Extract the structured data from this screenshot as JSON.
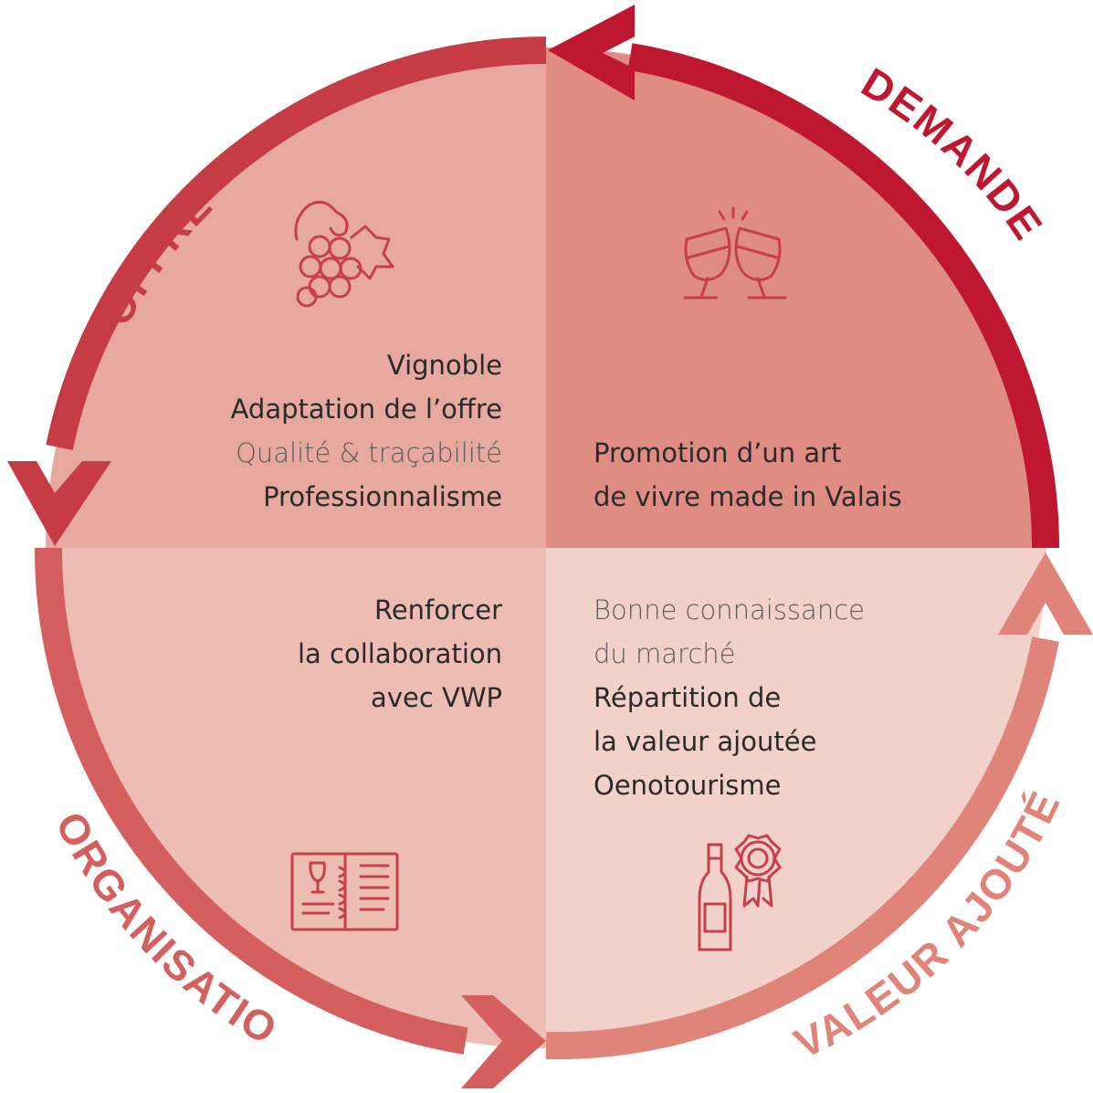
{
  "colors": {
    "quadrant_offre": "#e7a89f",
    "quadrant_demande": "#df8c82",
    "quadrant_organisation": "#edbdb4",
    "quadrant_valeur": "#f3d1cb",
    "ring_offre": "#c63c44",
    "ring_demande": "#bf1730",
    "ring_organisation": "#d45f5e",
    "ring_valeur": "#e08378",
    "icon_stroke": "#c6404a"
  },
  "ring_labels": {
    "offre": "OFFRE",
    "demande": "DEMANDE",
    "organisation": "ORGANISATION",
    "valeur": "VALEUR AJOUTÉE"
  },
  "quadrants": {
    "offre": {
      "icon": "grapes-icon",
      "lines": [
        "Vignoble",
        "Adaptation de l’offre",
        "Qualité & traçabilité",
        "Professionnalisme"
      ]
    },
    "demande": {
      "icon": "wine-glasses-toast-icon",
      "lines": [
        "Promotion d’un art",
        "de vivre made in Valais"
      ]
    },
    "organisation": {
      "icon": "wine-list-book-icon",
      "lines": [
        "Renforcer",
        "la collaboration",
        "avec VWP"
      ]
    },
    "valeur": {
      "icon": "wine-bottle-award-icon",
      "lines": [
        "Bonne connaissance",
        "du marché",
        "Répartition de",
        "la valeur ajoutée",
        "Oenotourisme"
      ]
    }
  }
}
